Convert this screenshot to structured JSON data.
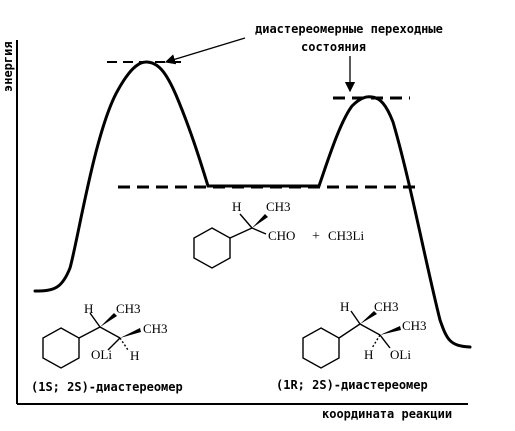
{
  "axes": {
    "y_label": "энергия",
    "x_label": "координата реакции"
  },
  "annotation": {
    "line1": "диастереомерные переходные",
    "line2": "состояния"
  },
  "reactants": {
    "h_label": "H",
    "ch3_label": "CH3",
    "cho_label": "CHO",
    "plus_label": "+",
    "reagent_label": "CH3Li"
  },
  "product_left": {
    "h_label": "H",
    "ch3_top_label": "CH3",
    "ch3_side_label": "CH3",
    "oli_label": "OLi",
    "h_bottom_label": "H",
    "caption": "(1S; 2S)-диастереомер"
  },
  "product_right": {
    "h_label": "H",
    "ch3_top_label": "CH3",
    "ch3_side_label": "CH3",
    "oli_label": "OLi",
    "h_bottom_label": "H",
    "caption": "(1R; 2S)-диастереомер"
  }
}
